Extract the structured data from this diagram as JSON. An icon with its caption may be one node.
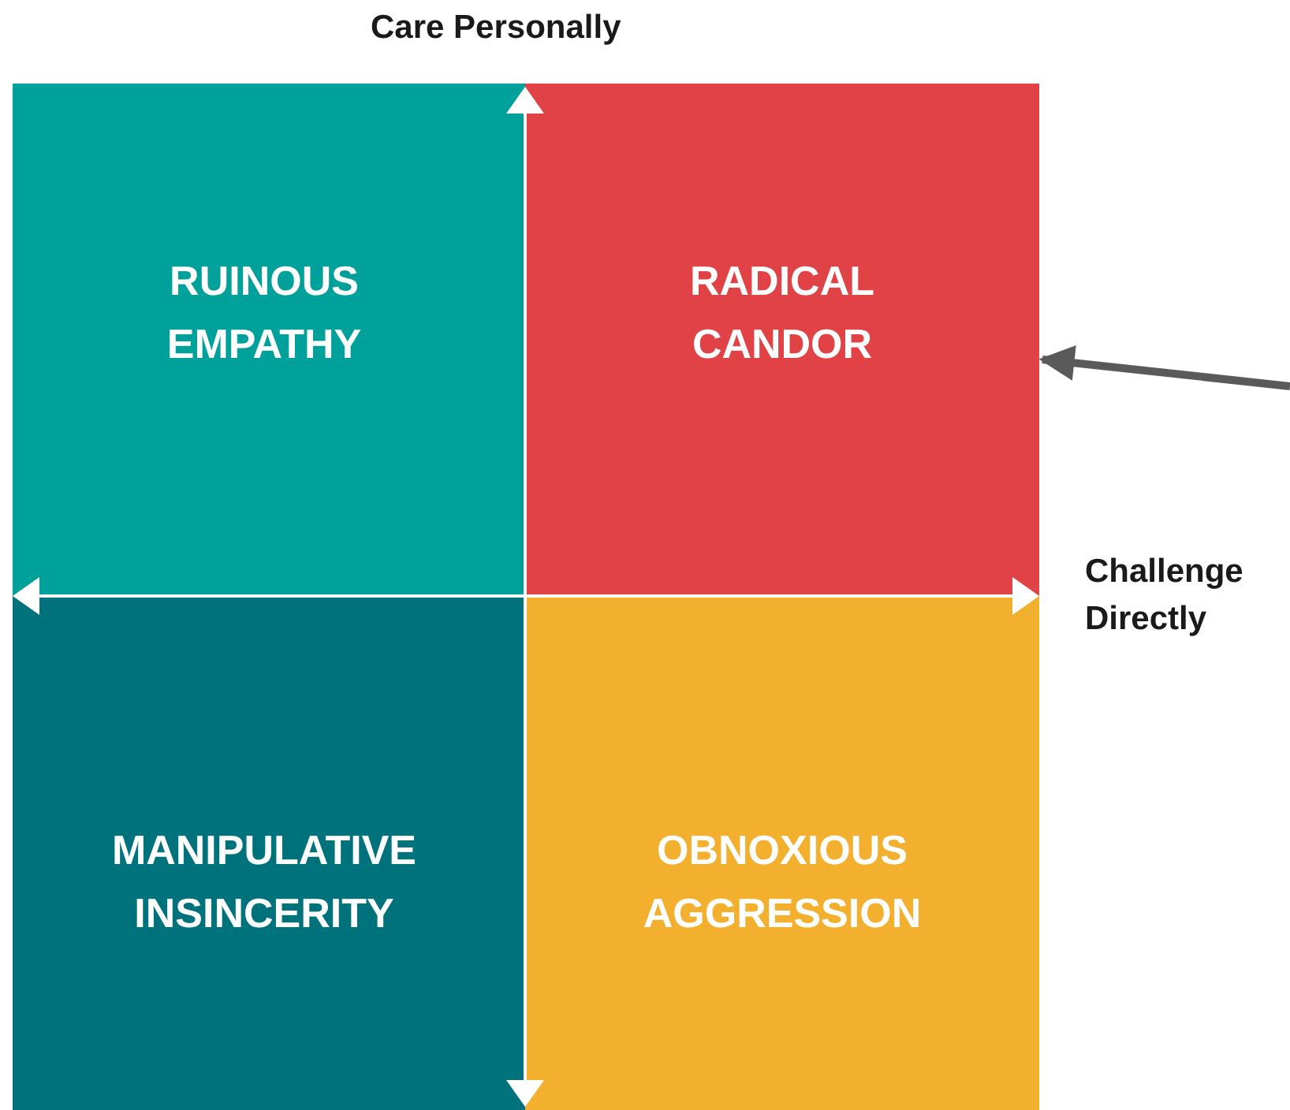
{
  "diagram": {
    "nodes": [
      {
        "text": [
          "RUINOUS EMPATHY"
        ]
      },
      {
        "text": [
          "RADICAL CANDOR"
        ]
      },
      {
        "text": [
          "MANIPULATIVE INSINCERITY"
        ]
      },
      {
        "text": [
          "OBNOXIOUS AGGRESSION"
        ]
      }
    ],
    "edges": [
      {
        "from": null,
        "to": 1,
        "arrow": "to",
        "color": "#5a5a5a"
      }
    ],
    "labels": [
      "Care Personally",
      "Challenge Directly"
    ]
  }
}
